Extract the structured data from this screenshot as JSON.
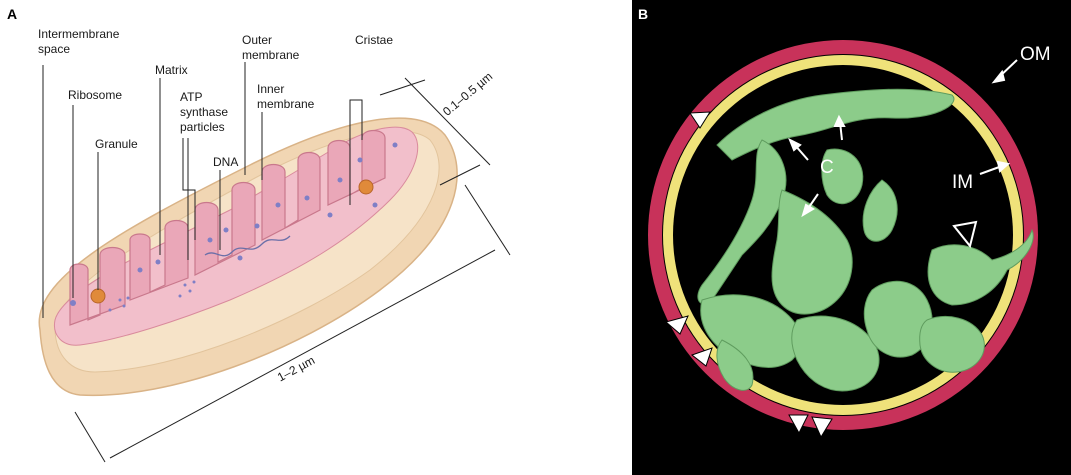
{
  "panel_a": {
    "letter": "A",
    "labels": {
      "intermembrane_space": "Intermembrane\nspace",
      "ribosome": "Ribosome",
      "granule": "Granule",
      "matrix": "Matrix",
      "atp_synthase": "ATP\nsynthase\nparticles",
      "dna": "DNA",
      "outer_membrane": "Outer\nmembrane",
      "inner_membrane": "Inner\nmembrane",
      "cristae": "Cristae",
      "width_scale": "0.1–0.5 µm",
      "length_scale": "1–2 µm"
    }
  },
  "panel_b": {
    "letter": "B",
    "labels": {
      "om": "OM",
      "im": "IM",
      "c": "C"
    }
  },
  "colors": {
    "outer_shell": "#f1d6b3",
    "inner_pink": "#f2bfcb",
    "cristae_pink": "#eaa7b8",
    "matrix_dots": "#7f7fc6",
    "granule": "#e08a3a",
    "om_red": "#c8325a",
    "im_yellow": "#efe27a",
    "cristae_green": "#8ccc8a"
  }
}
